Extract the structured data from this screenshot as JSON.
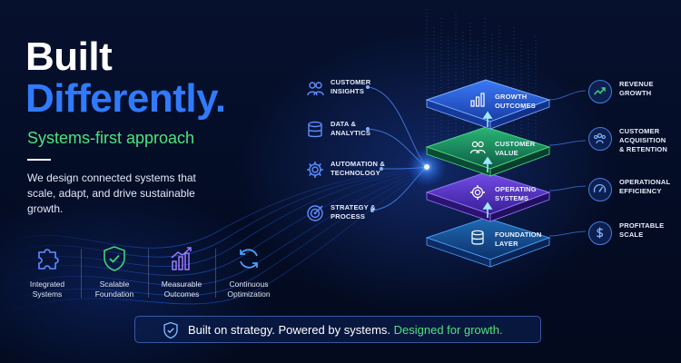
{
  "headline": {
    "line1": "Built",
    "line2": "Differently.",
    "subtitle": "Systems-first approach",
    "description": "We design connected systems that scale, adapt, and drive sustainable growth."
  },
  "features": [
    {
      "label": "Integrated\nSystems",
      "icon": "puzzle-icon"
    },
    {
      "label": "Scalable\nFoundation",
      "icon": "shield-check-icon"
    },
    {
      "label": "Measurable\nOutcomes",
      "icon": "bar-chart-icon"
    },
    {
      "label": "Continuous\nOptimization",
      "icon": "refresh-icon"
    }
  ],
  "inputs": [
    {
      "label": "CUSTOMER\nINSIGHTS",
      "icon": "users-icon"
    },
    {
      "label": "DATA &\nANALYTICS",
      "icon": "database-icon"
    },
    {
      "label": "AUTOMATION &\nTECHNOLOGY",
      "icon": "gear-icon"
    },
    {
      "label": "STRATEGY &\nPROCESS",
      "icon": "target-icon"
    }
  ],
  "layers": [
    {
      "label": "GROWTH\nOUTCOMES",
      "icon": "bar-chart-icon",
      "color": "#2f6dff"
    },
    {
      "label": "CUSTOMER\nVALUE",
      "icon": "users-icon",
      "color": "#1fae6a"
    },
    {
      "label": "OPERATING\nSYSTEMS",
      "icon": "gear-icon",
      "color": "#6a3fe0"
    },
    {
      "label": "FOUNDATION\nLAYER",
      "icon": "database-icon",
      "color": "#1f7fc4"
    }
  ],
  "outputs": [
    {
      "label": "REVENUE\nGROWTH",
      "icon": "trend-up-icon"
    },
    {
      "label": "CUSTOMER\nACQUISITION\n& RETENTION",
      "icon": "users-icon"
    },
    {
      "label": "OPERATIONAL\nEFFICIENCY",
      "icon": "gauge-icon"
    },
    {
      "label": "PROFITABLE\nSCALE",
      "icon": "dollar-icon"
    }
  ],
  "banner": {
    "text_main": "Built on strategy. Powered by systems. ",
    "text_accent": "Designed for growth.",
    "icon": "shield-check-icon"
  },
  "colors": {
    "accent_blue": "#2f7bff",
    "accent_green": "#4ee37d",
    "background": "#06112e"
  }
}
